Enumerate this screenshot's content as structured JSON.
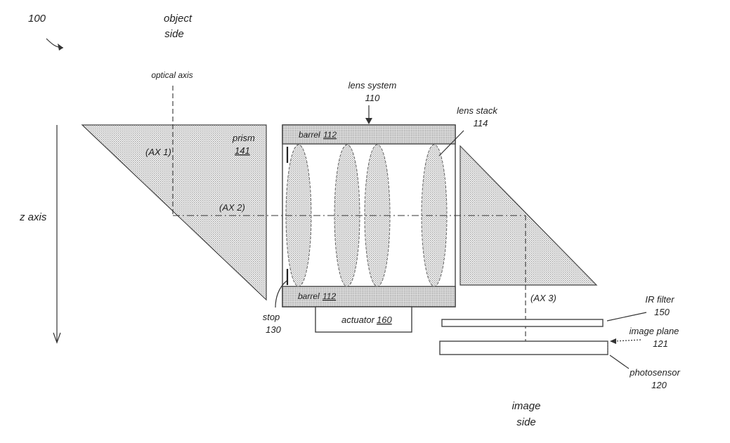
{
  "figure_ref": "100",
  "object_side": {
    "line1": "object",
    "line2": "side"
  },
  "image_side": {
    "line1": "image",
    "line2": "side"
  },
  "optical_axis": "optical axis",
  "z_axis": "z axis",
  "axes": {
    "ax1": "(AX 1)",
    "ax2": "(AX 2)",
    "ax3": "(AX 3)"
  },
  "prism": {
    "name": "prism",
    "num": "141"
  },
  "lens_system": {
    "name": "lens system",
    "num": "110"
  },
  "lens_stack": {
    "name": "lens stack",
    "num": "114"
  },
  "barrel_top": {
    "name": "barrel",
    "num": "112"
  },
  "barrel_bottom": {
    "name": "barrel",
    "num": "112"
  },
  "stop": {
    "name": "stop",
    "num": "130"
  },
  "actuator": {
    "name": "actuator",
    "num": "160"
  },
  "ir_filter": {
    "name": "IR filter",
    "num": "150"
  },
  "image_plane": {
    "name": "image plane",
    "num": "121"
  },
  "photosensor": {
    "name": "photosensor",
    "num": "120"
  },
  "colors": {
    "stroke": "#333333",
    "fill_dots": "#b8b8b8",
    "text": "#222222"
  }
}
